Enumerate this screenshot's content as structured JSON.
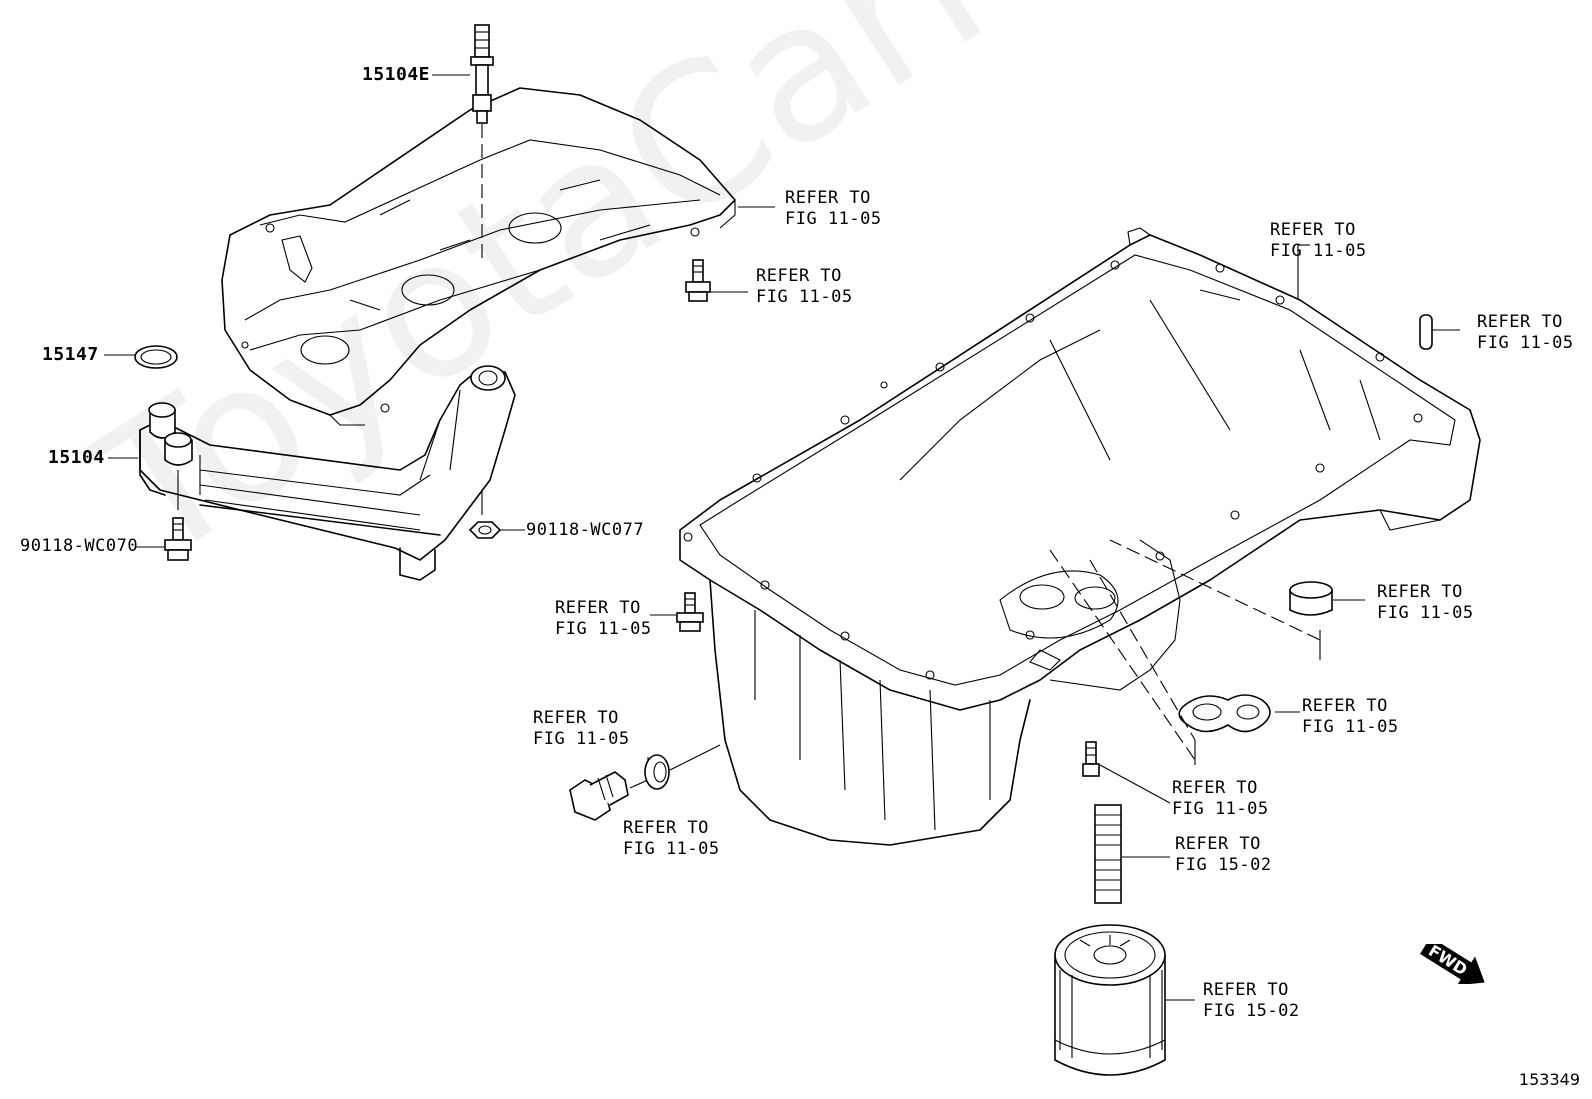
{
  "watermark": "ToyotaCarMine.ru",
  "figure_id": "153349",
  "fwd_label": "FWD",
  "part_numbers": {
    "p15104e": "15104E",
    "p15147": "15147",
    "p15104": "15104",
    "p90118_wc070": "90118-WC070",
    "p90118_wc077": "90118-WC077"
  },
  "refs": {
    "baffle_plate": "REFER TO\nFIG 11-05",
    "baffle_bolt": "REFER TO\nFIG 11-05",
    "pan_top": "REFER TO\nFIG 11-05",
    "pin": "REFER TO\nFIG 11-05",
    "pan_bolt": "REFER TO\nFIG 11-05",
    "bushing": "REFER TO\nFIG 11-05",
    "drain_plug": "REFER TO\nFIG 11-05",
    "drain_gasket": "REFER TO\nFIG 11-05",
    "o_ring_gasket": "REFER TO\nFIG 11-05",
    "small_bolt": "REFER TO\nFIG 11-05",
    "stud": "REFER TO\nFIG 15-02",
    "oil_filter": "REFER TO\nFIG 15-02"
  }
}
